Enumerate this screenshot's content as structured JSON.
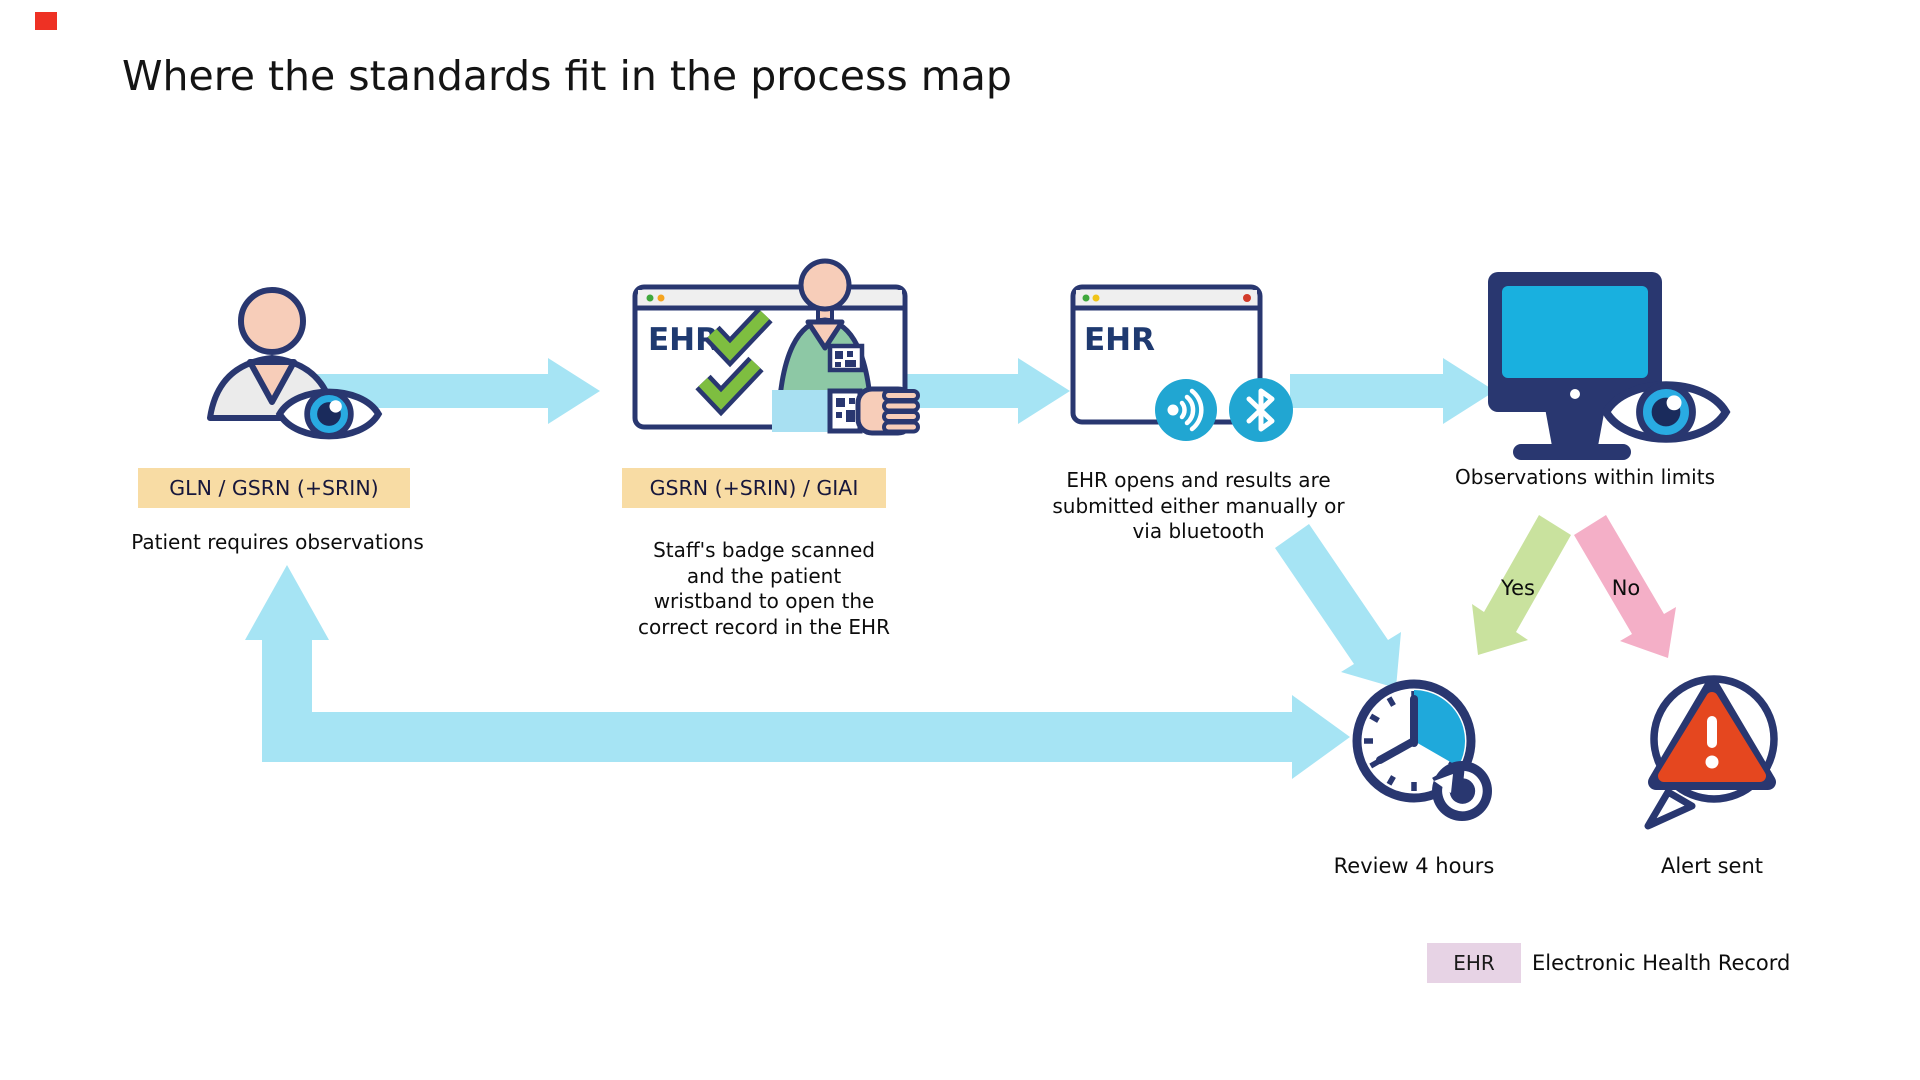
{
  "title": "Where the standards fit in the process map",
  "ehr_window_label": "EHR",
  "steps": {
    "step1": {
      "badge": "GLN / GSRN (+SRIN)",
      "caption": "Patient requires observations"
    },
    "step2": {
      "badge": "GSRN (+SRIN) / GIAI",
      "caption": "Staff's badge scanned and the patient wristband to open the correct record in the EHR"
    },
    "step3": {
      "caption": "EHR opens and results are submitted either manually or via bluetooth"
    },
    "step4": {
      "caption": "Observations within limits"
    }
  },
  "decision": {
    "yes": "Yes",
    "no": "No"
  },
  "outcomes": {
    "review": "Review 4 hours",
    "alert": "Alert sent"
  },
  "legend": {
    "abbr": "EHR",
    "label": "Electronic Health Record"
  },
  "colors": {
    "navy_outline": "#293770",
    "flow_arrow_cyan": "#A6E4F4",
    "screen_cyan": "#19B0DF",
    "icon_circle_cyan": "#21A6D2",
    "iris_cyan": "#29ABE2",
    "badge_tan": "#F8DCA4",
    "yes_arrow_green": "#C9E29E",
    "no_arrow_pink": "#F4AFC7",
    "check_green": "#7EBE40",
    "scrub_green": "#8DC8A5",
    "skin_peach": "#F7CDB9",
    "alert_red": "#E5471F",
    "legend_pink": "#E7D3E5"
  }
}
